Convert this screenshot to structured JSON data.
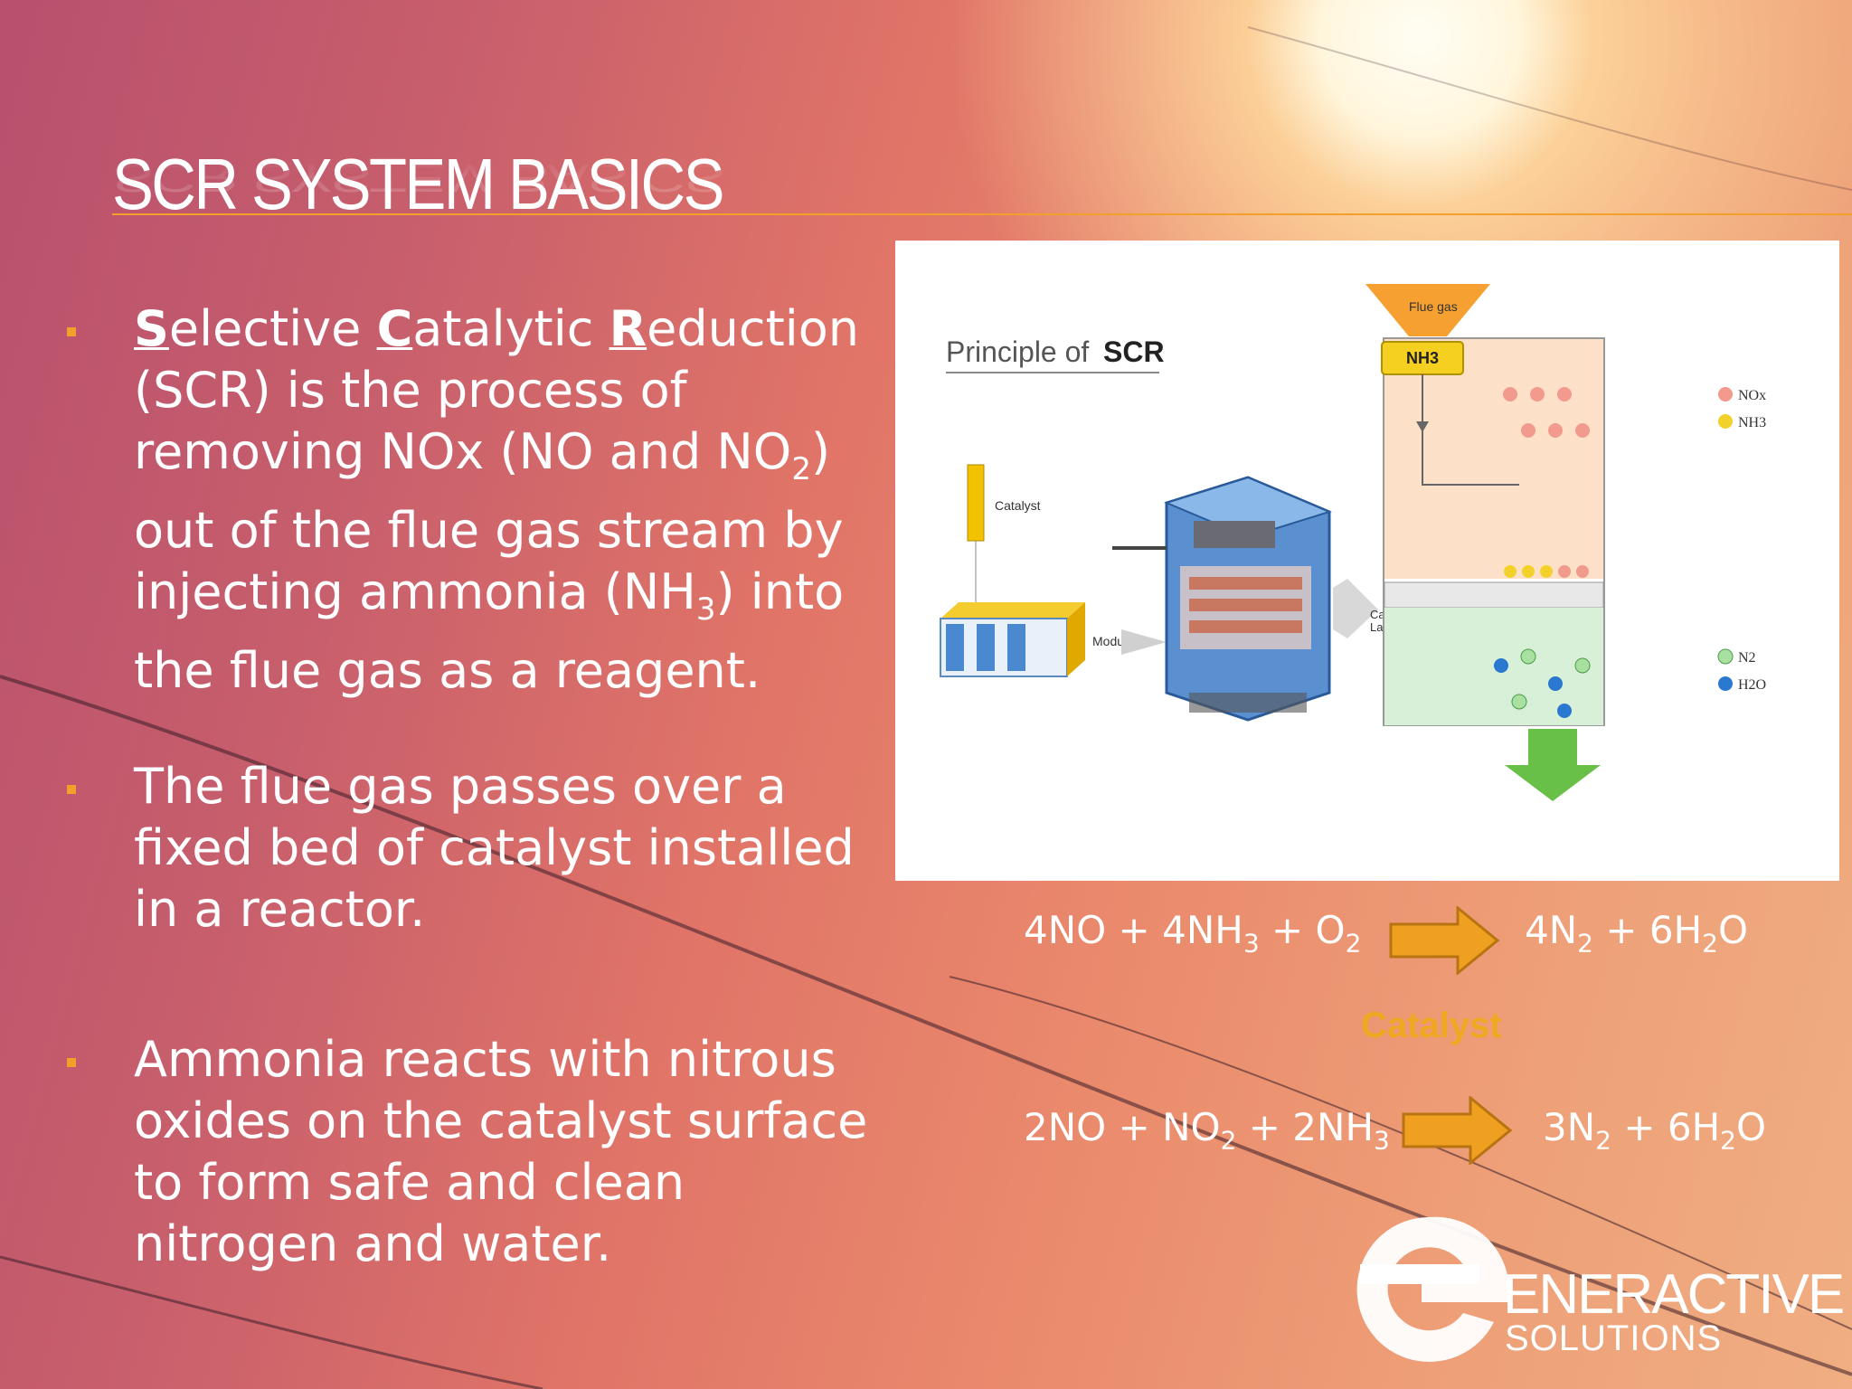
{
  "slide": {
    "title": "SCR SYSTEM BASICS",
    "accent_color": "#f2a02c"
  },
  "bullets": [
    {
      "lines": [
        "Selective Catalytic Reduction",
        "(SCR) is the process of",
        "removing NOx (NO and NO2)",
        "out of the flue gas stream by",
        "injecting ammonia (NH3) into",
        "the flue gas as a reagent."
      ],
      "emphasis_letters": [
        "S",
        "C",
        "R"
      ]
    },
    {
      "lines": [
        "The flue gas passes over a",
        "fixed bed of catalyst installed",
        "in a reactor."
      ]
    },
    {
      "lines": [
        "Ammonia reacts with nitrous",
        "oxides on the catalyst surface",
        "to form safe and clean",
        "nitrogen and water."
      ]
    }
  ],
  "diagram": {
    "title_principle": "Principle of",
    "title_scr": "SCR",
    "nh3_box": "NH3",
    "flue_gas": "Flue gas",
    "catalyst_label": "Catalyst",
    "module_label": "Module",
    "catalyst_layer_label": [
      "Catalyst",
      "Layer"
    ],
    "legend": [
      "NOx",
      "NH3",
      "N2",
      "H2O"
    ],
    "colors": {
      "nox": "#f29a8e",
      "nh3": "#f2d22a",
      "n2": "#a8e0a0",
      "h2o": "#2a78d0",
      "upper_zone": "#fde0c8",
      "lower_zone": "#d8f0d8",
      "arrow_top": "#f5a030",
      "arrow_bottom": "#68c048"
    }
  },
  "equations": {
    "eq1_left": "4NO + 4NH3 + O2",
    "eq1_right": "4N2 + 6H2O",
    "catalyst": "Catalyst",
    "eq2_left": "2NO + NO2 + 2NH3",
    "eq2_right": "3N2 + 6H2O",
    "arrow_color": "#f0a020"
  },
  "logo": {
    "brand_line1": "ENERACTIVE",
    "brand_line2": "SOLUTIONS"
  }
}
